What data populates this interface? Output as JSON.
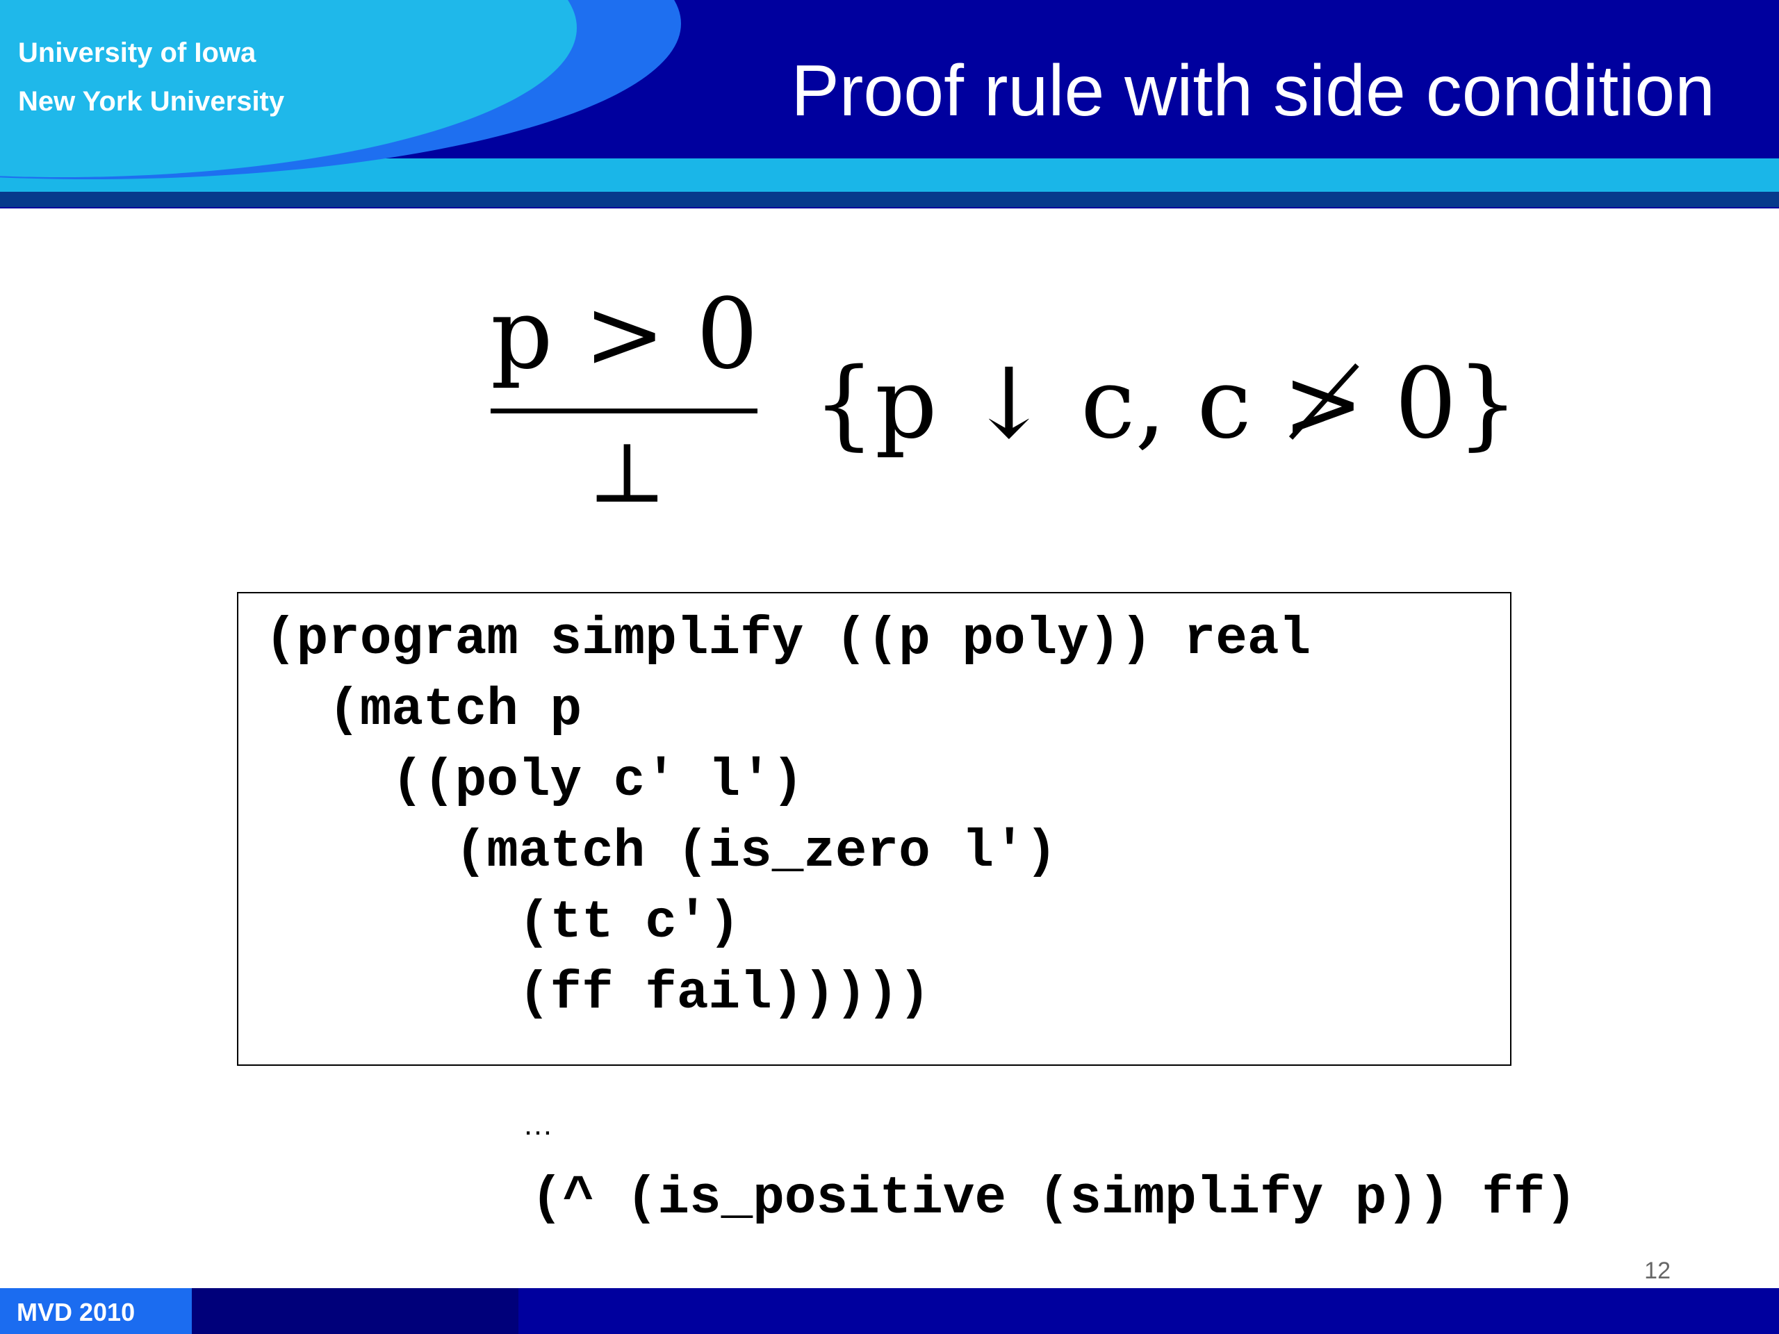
{
  "header": {
    "affiliation_1": "University of Iowa",
    "affiliation_2": "New York University",
    "title": "Proof rule with side condition"
  },
  "formula": {
    "premise": "p > 0",
    "conclusion": "⊥",
    "side_condition": "{p ↓ c,  c ≯ 0}"
  },
  "code_box": {
    "lines": [
      "(program simplify ((p poly)) real",
      "  (match p",
      "    ((poly c' l')",
      "      (match (is_zero l')",
      "        (tt c')",
      "        (ff fail)))))"
    ]
  },
  "ellipsis": "…",
  "bottom_code": "(^ (is_positive (simplify p)) ff)",
  "page_number": "12",
  "footer": {
    "label": "MVD 2010"
  },
  "colors": {
    "header_dark": "#00009e",
    "header_light": "#1fb8ea",
    "header_accent": "#1e6ff0",
    "footer_left": "#1b6cf0"
  }
}
